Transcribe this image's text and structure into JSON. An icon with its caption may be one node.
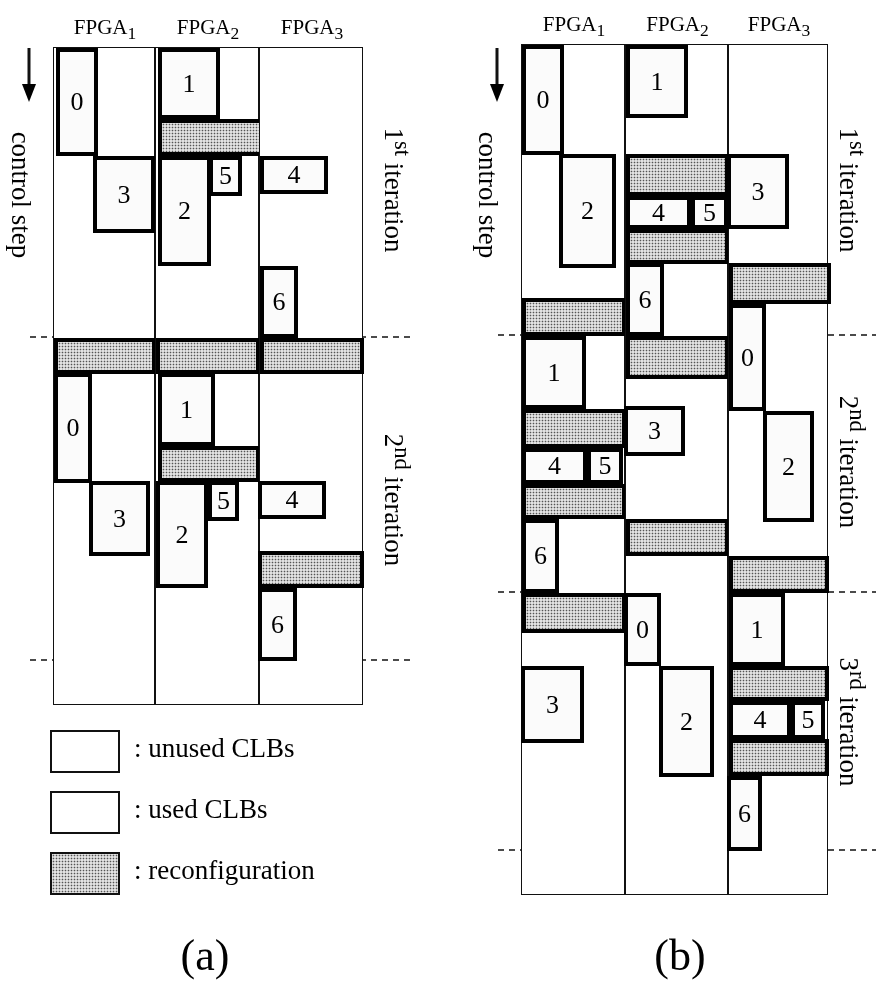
{
  "diagram": {
    "nodes": [
      {
        "text": [
          "FPGA$_{1}$"
        ]
      },
      {
        "text": [
          "FPGA$_{2}$"
        ]
      },
      {
        "text": [
          "FPGA$_{3}$"
        ]
      },
      {
        "text": [
          "0"
        ],
        "in": 0
      },
      {
        "text": [
          "1"
        ],
        "in": 1
      },
      {
        "text": [],
        "shape": "bar",
        "in": 1
      },
      {
        "text": [
          "3"
        ],
        "in": 0
      },
      {
        "text": [
          "2"
        ],
        "in": 1
      },
      {
        "text": [
          "5"
        ],
        "in": 1
      },
      {
        "text": [
          "4"
        ],
        "in": 2
      },
      {
        "text": [
          "6"
        ],
        "in": 2
      },
      {
        "text": [],
        "shape": "bar",
        "in": 0
      },
      {
        "text": [],
        "shape": "bar",
        "in": 1
      },
      {
        "text": [],
        "shape": "bar",
        "in": 2
      },
      {
        "text": [
          "0"
        ],
        "in": 0
      },
      {
        "text": [
          "1"
        ],
        "in": 1
      },
      {
        "text": [],
        "shape": "bar",
        "in": 1
      },
      {
        "text": [
          "3"
        ],
        "in": 0
      },
      {
        "text": [
          "2"
        ],
        "in": 1
      },
      {
        "text": [
          "5"
        ],
        "in": 1
      },
      {
        "text": [
          "4"
        ],
        "in": 2
      },
      {
        "text": [],
        "shape": "bar",
        "in": 2
      },
      {
        "text": [
          "6"
        ],
        "in": 2
      },
      {
        "text": [
          "FPGA$_{1}$"
        ]
      },
      {
        "text": [
          "FPGA$_{2}$"
        ]
      },
      {
        "text": [
          "FPGA$_{3}$"
        ]
      },
      {
        "text": [
          "0"
        ],
        "in": 23
      },
      {
        "text": [
          "1"
        ],
        "in": 24
      },
      {
        "text": [
          "2"
        ],
        "in": 23
      },
      {
        "text": [],
        "shape": "bar",
        "in": 24
      },
      {
        "text": [
          "3"
        ],
        "in": 25
      },
      {
        "text": [
          "4"
        ],
        "in": 24
      },
      {
        "text": [
          "5"
        ],
        "in": 24
      },
      {
        "text": [],
        "shape": "bar",
        "in": 24
      },
      {
        "text": [
          "6"
        ],
        "in": 24
      },
      {
        "text": [],
        "shape": "bar",
        "in": 25
      },
      {
        "text": [],
        "shape": "bar",
        "in": 23
      },
      {
        "text": [
          "1"
        ],
        "in": 23
      },
      {
        "text": [],
        "shape": "bar",
        "in": 24
      },
      {
        "text": [
          "0"
        ],
        "in": 25
      },
      {
        "text": [],
        "shape": "bar",
        "in": 23
      },
      {
        "text": [
          "3"
        ],
        "in": 24
      },
      {
        "text": [
          "4"
        ],
        "in": 23
      },
      {
        "text": [
          "5"
        ],
        "in": 23
      },
      {
        "text": [
          "2"
        ],
        "in": 25
      },
      {
        "text": [],
        "shape": "bar",
        "in": 23
      },
      {
        "text": [
          "6"
        ],
        "in": 23
      },
      {
        "text": [],
        "shape": "bar",
        "in": 24
      },
      {
        "text": [],
        "shape": "bar",
        "in": 25
      },
      {
        "text": [],
        "shape": "bar",
        "in": 23
      },
      {
        "text": [
          "0"
        ],
        "in": 24
      },
      {
        "text": [
          "1"
        ],
        "in": 25
      },
      {
        "text": [
          "3"
        ],
        "in": 23
      },
      {
        "text": [
          "2"
        ],
        "in": 24
      },
      {
        "text": [],
        "shape": "bar",
        "in": 25
      },
      {
        "text": [
          "4"
        ],
        "in": 25
      },
      {
        "text": [
          "5"
        ],
        "in": 25
      },
      {
        "text": [],
        "shape": "bar",
        "in": 25
      },
      {
        "text": [
          "6"
        ],
        "in": 25
      }
    ],
    "labels": [
      "control step",
      "1$^{st}$ iteration",
      "2$^{nd}$ iteration",
      "(a)",
      "control step",
      "1$^{st}$ iteration",
      "2$^{nd}$ iteration",
      "3$^{rd}$ iteration",
      "(b)"
    ],
    "legend": [
      {
        "text": ": unused CLBs"
      },
      {
        "text": ": used CLBs"
      },
      {
        "text": ": reconfiguration"
      }
    ]
  }
}
